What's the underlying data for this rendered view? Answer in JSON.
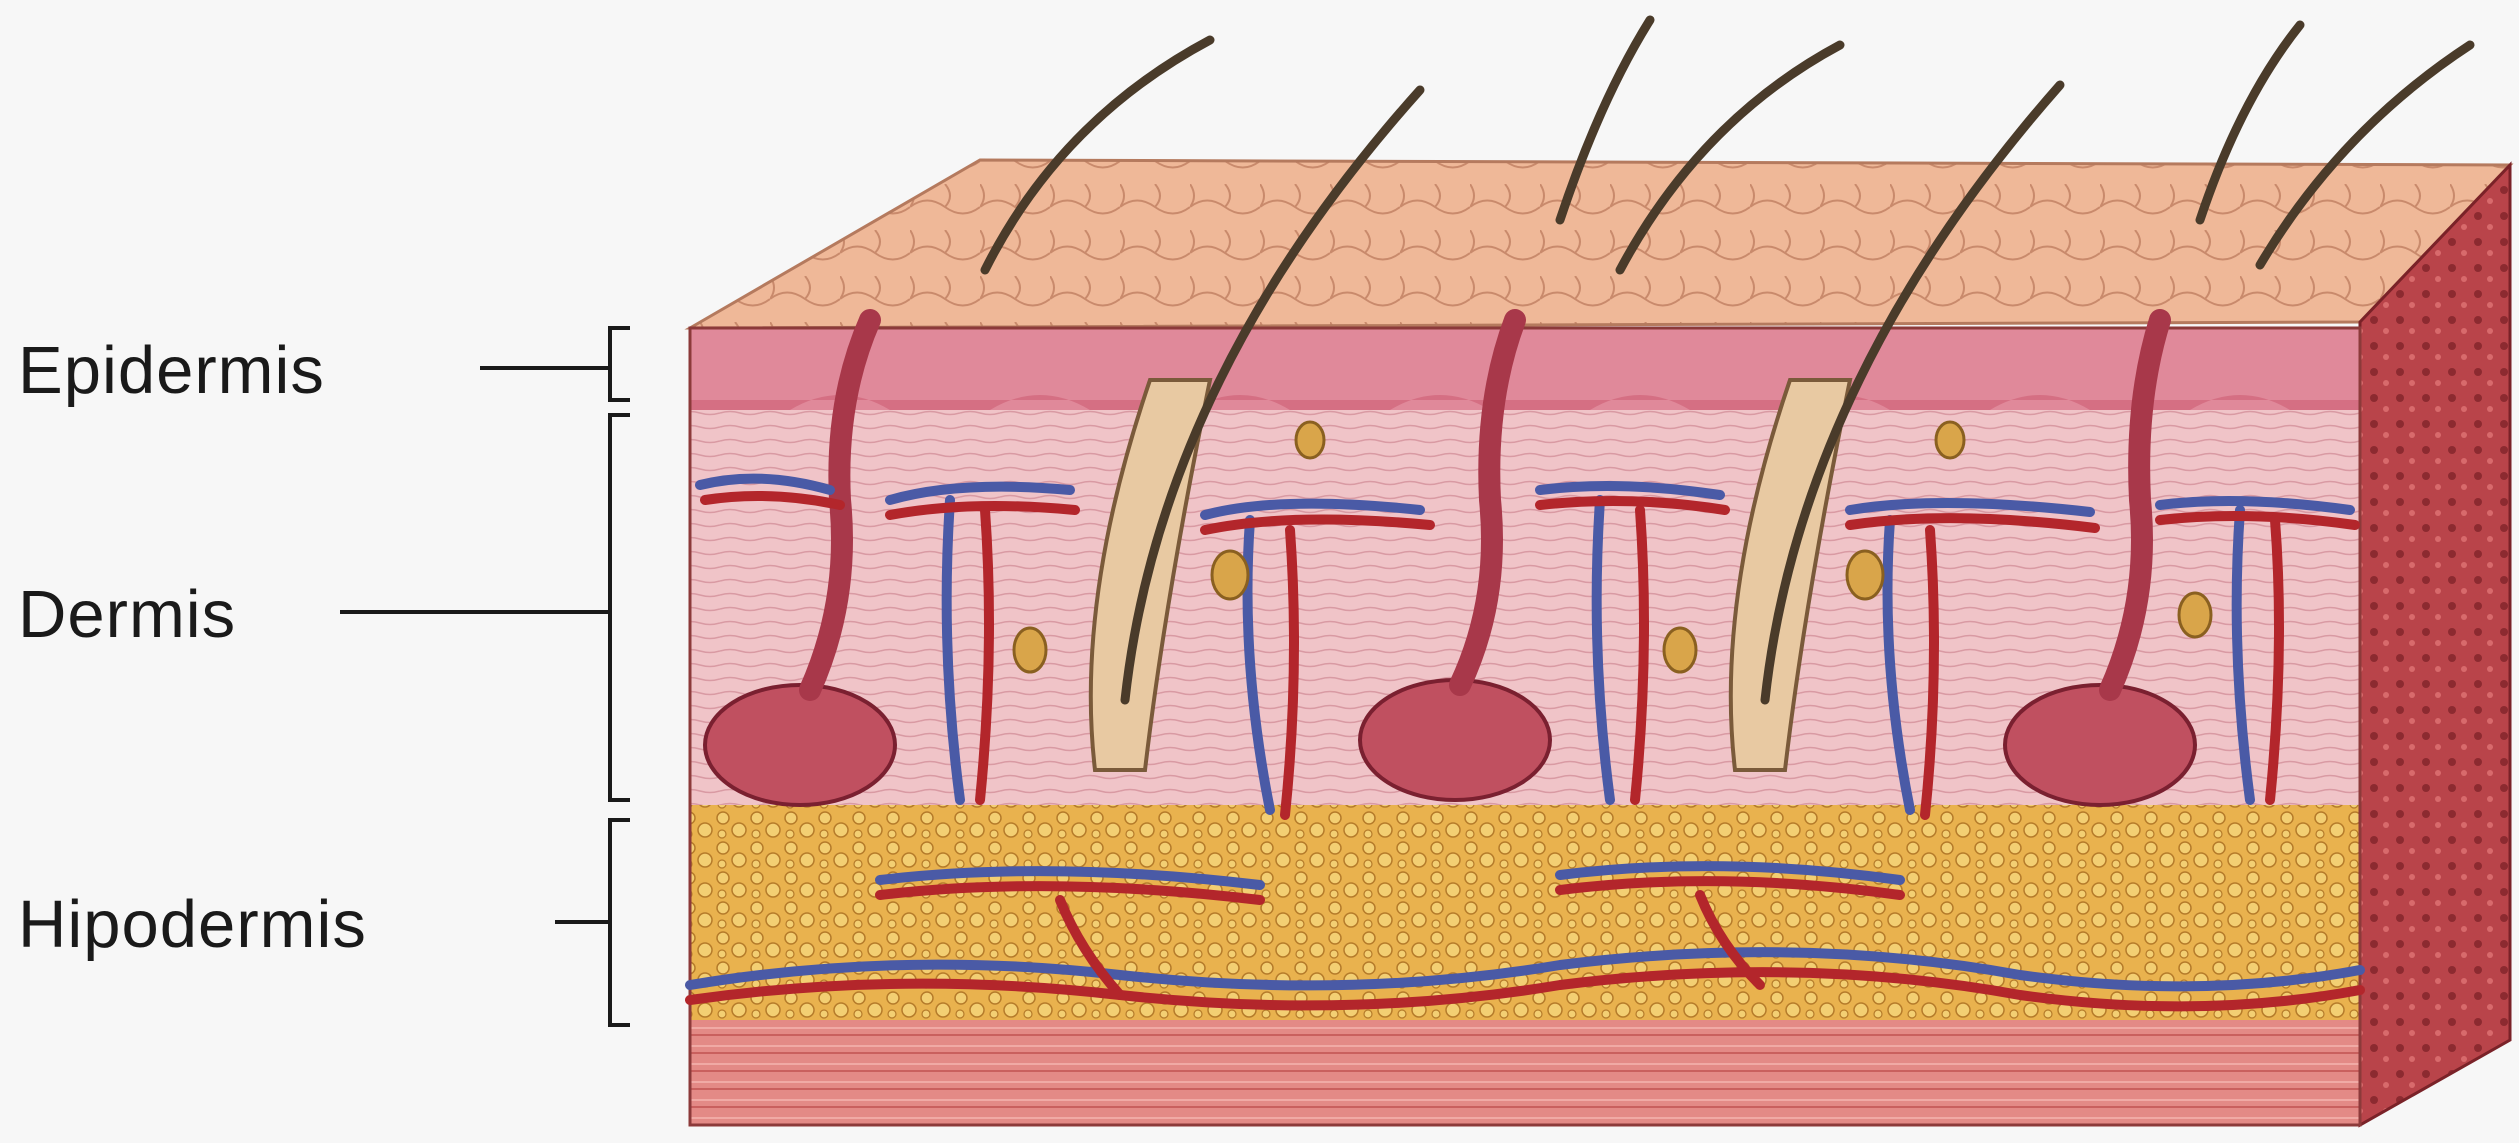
{
  "labels": {
    "epidermis": "Epidermis",
    "dermis": "Dermis",
    "hypodermis": "Hipodermis"
  },
  "colors": {
    "background": "#f7f7f7",
    "surface": "#efb898",
    "epidermis": "#e0899a",
    "dermis": "#f0c4c8",
    "hypodermis": "#e9b24e",
    "muscle": "#e38a86",
    "side_face": "#b9444a",
    "artery": "#b3262b",
    "vein": "#4a5aa6",
    "hair": "#4a3b2a",
    "outline": "#1a1a1a"
  }
}
